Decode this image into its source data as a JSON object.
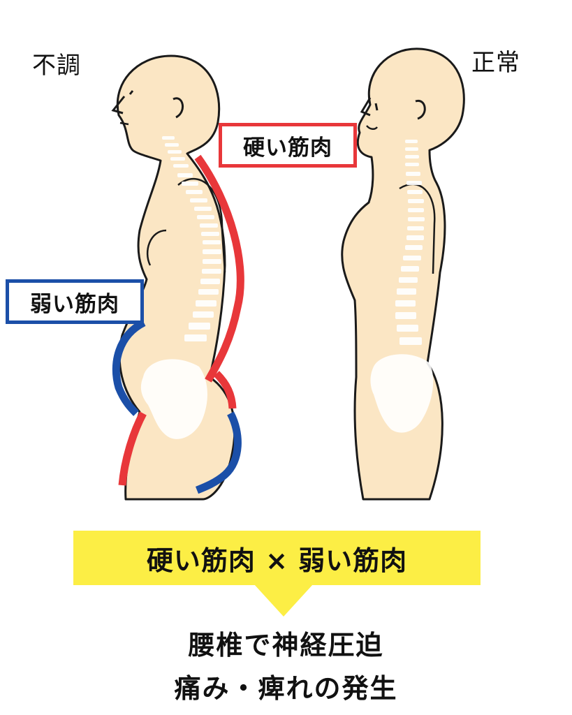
{
  "labels": {
    "abnormal": "不調",
    "normal": "正常"
  },
  "tags": {
    "hard_muscle": "硬い筋肉",
    "weak_muscle": "弱い筋肉"
  },
  "banner": {
    "text": "硬い筋肉 × 弱い筋肉"
  },
  "result": {
    "line1": "腰椎で神経圧迫",
    "line2": "痛み・痺れの発生"
  },
  "colors": {
    "skin": "#fbe6c4",
    "outline": "#1a1a1a",
    "hard_muscle": "#e8373a",
    "weak_muscle": "#1b4fa8",
    "bone": "#ffffff",
    "banner": "#fcee45"
  }
}
